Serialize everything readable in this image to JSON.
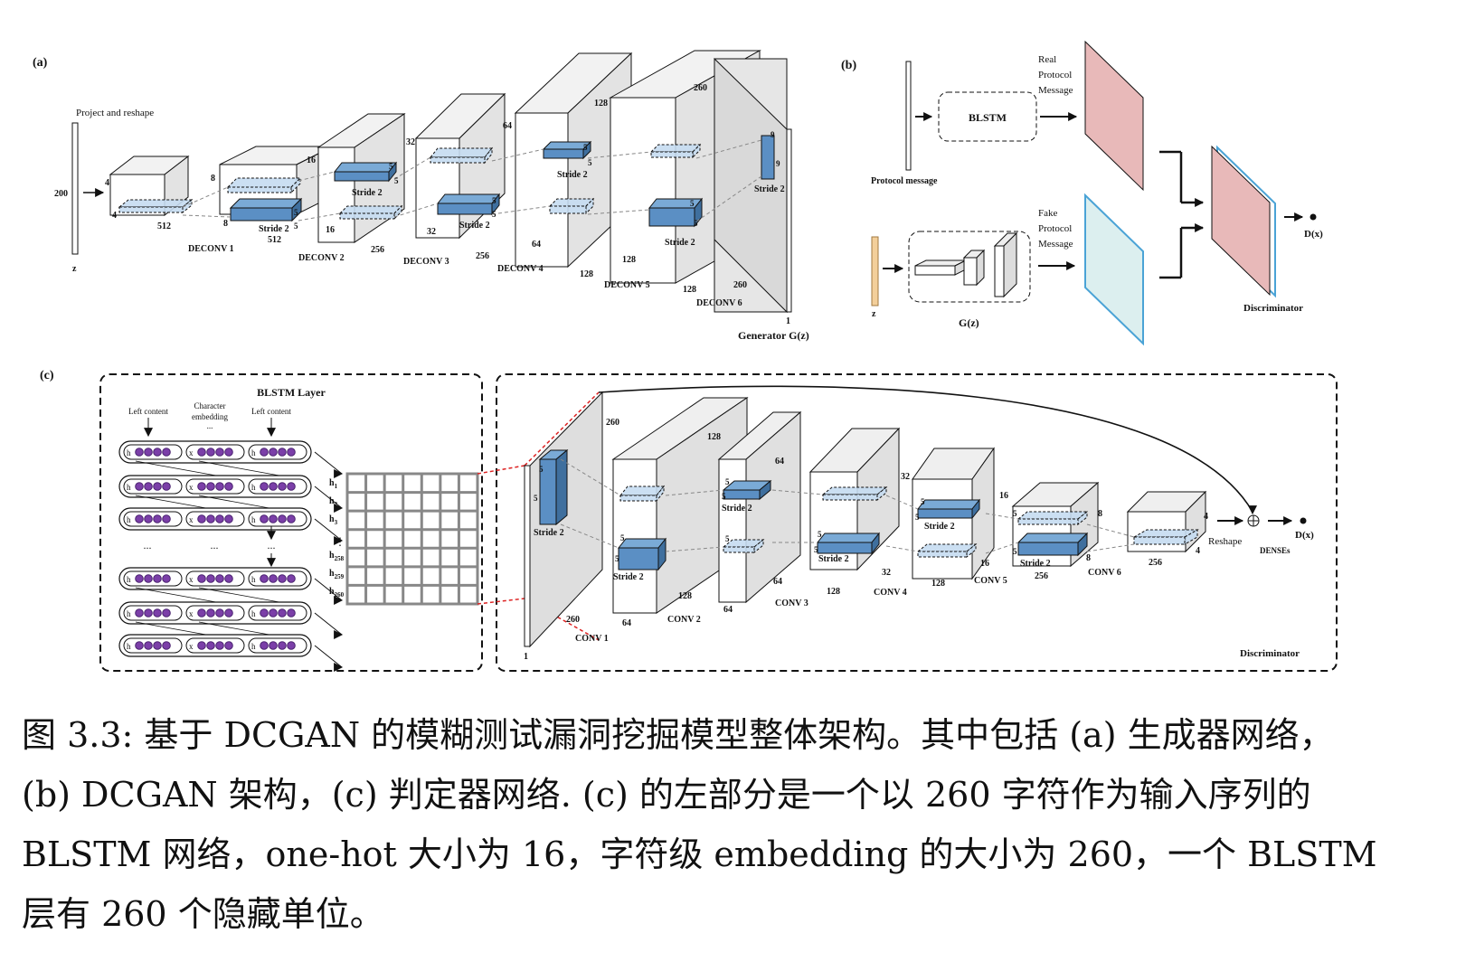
{
  "panel_a": {
    "tag": "(a)",
    "project_label": "Project and reshape",
    "z_label": "z",
    "z_dim": "200",
    "layers": [
      {
        "name": "DECONV 1",
        "h": "4",
        "w": "4",
        "d": "512"
      },
      {
        "name": "DECONV 2",
        "h": "8",
        "w": "8",
        "d": "512"
      },
      {
        "name": "DECONV 3",
        "h": "16",
        "w": "16",
        "d": "256"
      },
      {
        "name": "DECONV 4",
        "h": "32",
        "w": "32",
        "d": "256"
      },
      {
        "name": "DECONV 5",
        "h": "64",
        "w": "64",
        "d": "128"
      },
      {
        "name": "DECONV 6",
        "h": "128",
        "w": "128",
        "d": "128"
      }
    ],
    "out_h": "260",
    "out_w": "260",
    "out_d": "1",
    "kernel": "5",
    "kernel_last": "9",
    "stride": "Stride 2",
    "generator": "Generator G(z)"
  },
  "panel_b": {
    "tag": "(b)",
    "protocol_message": "Protocol message",
    "blstm": "BLSTM",
    "real": [
      "Real",
      "Protocol",
      "Message"
    ],
    "fake": [
      "Fake",
      "Protocol",
      "Message"
    ],
    "z": "z",
    "gz": "G(z)",
    "discriminator": "Discriminator",
    "dx": "D(x)",
    "colors": {
      "real": "#e8b9b9",
      "fake": "#dcefef",
      "fake_edge": "#4aa3d6",
      "z_bar": "#f3cf9a"
    }
  },
  "panel_c": {
    "tag": "(c)",
    "blstm_layer": "BLSTM Layer",
    "left_content_1": "Left content",
    "char_emb": [
      "Character",
      "embedding"
    ],
    "left_content_2": "Left content",
    "h_labels": [
      "h1",
      "h2",
      "h3",
      "h258",
      "h259",
      "h260"
    ],
    "conv_layers": [
      {
        "name": "CONV 1",
        "h": "260",
        "w": "1"
      },
      {
        "name": "CONV 2",
        "h": "128",
        "w": "64"
      },
      {
        "name": "CONV 3",
        "h": "64",
        "w": "64"
      },
      {
        "name": "CONV 4",
        "h": "32",
        "w": "128"
      },
      {
        "name": "CONV 5",
        "h": "16",
        "w": "128"
      },
      {
        "name": "CONV 6",
        "h": "8",
        "w": "256"
      }
    ],
    "reshape": "Reshape",
    "denses": "DENSEs",
    "dx": "D(x)",
    "discriminator": "Discriminator",
    "stride": "Stride 2"
  },
  "caption": {
    "lines": [
      "图 3.3: 基于 DCGAN 的模糊测试漏洞挖掘模型整体架构。其中包括 (a) 生成器网络，",
      "(b) DCGAN 架构，(c) 判定器网络. (c) 的左部分是一个以 260 字符作为输入序列的",
      "BLSTM 网络，one-hot 大小为 16，字符级 embedding 的大小为 260，一个 BLSTM",
      "层有 260 个隐藏单位。"
    ]
  }
}
